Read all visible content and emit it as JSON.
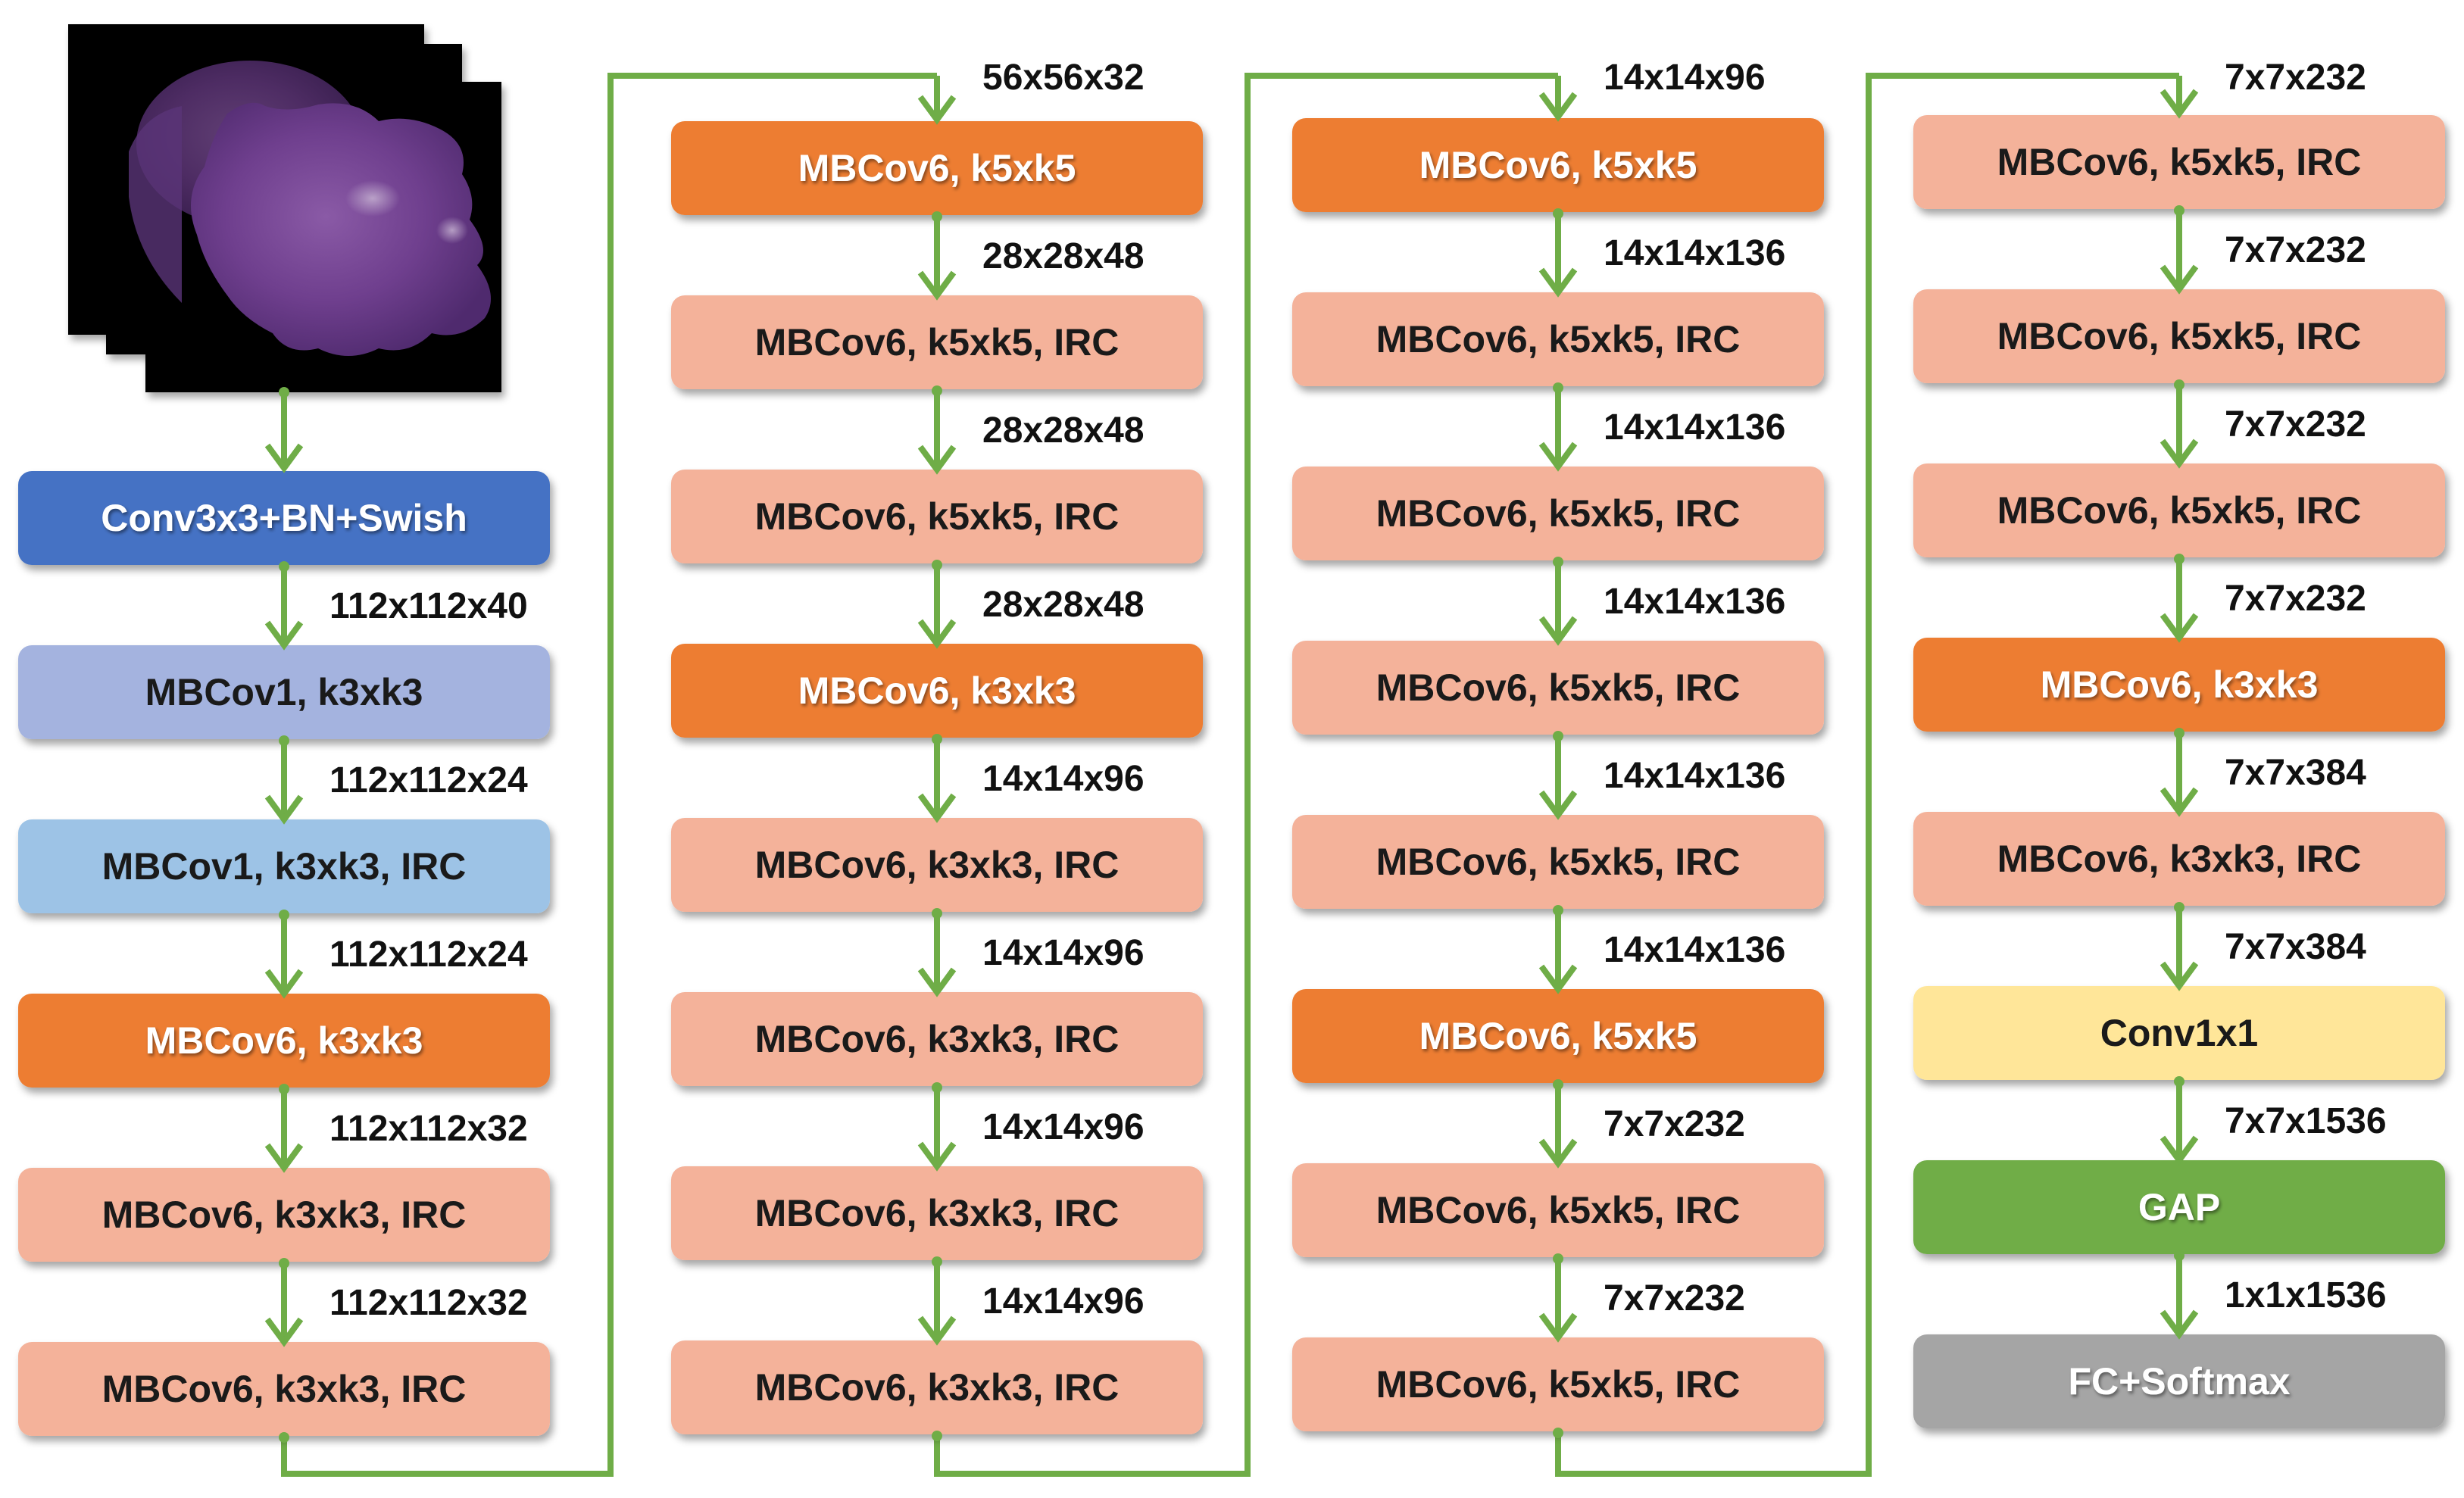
{
  "colors": {
    "arrow": "#6FAD47",
    "conv_stem": "#4472C4",
    "mbconv1": "#A4B3DF",
    "mbconv1_irc": "#9DC3E6",
    "mbconv6_main": "#ED7D31",
    "mbconv6_irc": "#F4B29A",
    "conv1x1": "#FFE699",
    "gap": "#70AD47",
    "fc": "#A5A5A5"
  },
  "input_image": {
    "description_icon": "input-image-stack-icon"
  },
  "columns": [
    {
      "blocks": [
        {
          "label": "Conv3x3+BN+Swish",
          "type": "conv_stem"
        },
        {
          "label": "MBCov1, k3xk3",
          "type": "mbconv1"
        },
        {
          "label": "MBCov1, k3xk3, IRC",
          "type": "mbconv1_irc"
        },
        {
          "label": "MBCov6, k3xk3",
          "type": "mbconv6_main"
        },
        {
          "label": "MBCov6, k3xk3, IRC",
          "type": "mbconv6_irc"
        },
        {
          "label": "MBCov6, k3xk3, IRC",
          "type": "mbconv6_irc"
        }
      ],
      "dims": [
        "112x112x40",
        "112x112x24",
        "112x112x24",
        "112x112x32",
        "112x112x32"
      ]
    },
    {
      "top_dim": "56x56x32",
      "blocks": [
        {
          "label": "MBCov6, k5xk5",
          "type": "mbconv6_main"
        },
        {
          "label": "MBCov6, k5xk5, IRC",
          "type": "mbconv6_irc"
        },
        {
          "label": "MBCov6, k5xk5, IRC",
          "type": "mbconv6_irc"
        },
        {
          "label": "MBCov6, k3xk3",
          "type": "mbconv6_main"
        },
        {
          "label": "MBCov6, k3xk3, IRC",
          "type": "mbconv6_irc"
        },
        {
          "label": "MBCov6, k3xk3, IRC",
          "type": "mbconv6_irc"
        },
        {
          "label": "MBCov6, k3xk3, IRC",
          "type": "mbconv6_irc"
        },
        {
          "label": "MBCov6, k3xk3, IRC",
          "type": "mbconv6_irc"
        }
      ],
      "dims": [
        "28x28x48",
        "28x28x48",
        "28x28x48",
        "14x14x96",
        "14x14x96",
        "14x14x96",
        "14x14x96"
      ]
    },
    {
      "top_dim": "14x14x96",
      "blocks": [
        {
          "label": "MBCov6, k5xk5",
          "type": "mbconv6_main"
        },
        {
          "label": "MBCov6, k5xk5, IRC",
          "type": "mbconv6_irc"
        },
        {
          "label": "MBCov6, k5xk5, IRC",
          "type": "mbconv6_irc"
        },
        {
          "label": "MBCov6, k5xk5, IRC",
          "type": "mbconv6_irc"
        },
        {
          "label": "MBCov6, k5xk5, IRC",
          "type": "mbconv6_irc"
        },
        {
          "label": "MBCov6, k5xk5",
          "type": "mbconv6_main"
        },
        {
          "label": "MBCov6, k5xk5, IRC",
          "type": "mbconv6_irc"
        },
        {
          "label": "MBCov6, k5xk5, IRC",
          "type": "mbconv6_irc"
        }
      ],
      "dims": [
        "14x14x136",
        "14x14x136",
        "14x14x136",
        "14x14x136",
        "14x14x136",
        "7x7x232",
        "7x7x232"
      ]
    },
    {
      "top_dim": "7x7x232",
      "blocks": [
        {
          "label": "MBCov6, k5xk5, IRC",
          "type": "mbconv6_irc"
        },
        {
          "label": "MBCov6, k5xk5, IRC",
          "type": "mbconv6_irc"
        },
        {
          "label": "MBCov6, k5xk5, IRC",
          "type": "mbconv6_irc"
        },
        {
          "label": "MBCov6, k3xk3",
          "type": "mbconv6_main"
        },
        {
          "label": "MBCov6, k3xk3, IRC",
          "type": "mbconv6_irc"
        },
        {
          "label": "Conv1x1",
          "type": "conv1x1"
        },
        {
          "label": "GAP",
          "type": "gap"
        },
        {
          "label": "FC+Softmax",
          "type": "fc"
        }
      ],
      "dims": [
        "7x7x232",
        "7x7x232",
        "7x7x232",
        "7x7x384",
        "7x7x384",
        "7x7x1536",
        "1x1x1536"
      ]
    }
  ]
}
